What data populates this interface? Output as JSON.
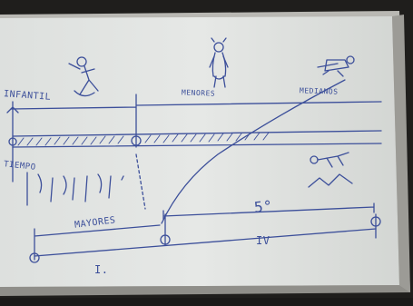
{
  "scene": {
    "description": "Whiteboard photo with hand-drawn timeline diagram",
    "colors": {
      "board": "#e3e6e4",
      "marker": "#3c4f9a",
      "frame": "#b9b8b3",
      "background": "#1f1e1c"
    }
  },
  "labels": {
    "infantil": "INFANTIL",
    "menores": "MENORES",
    "medianos": "MEDIANOS",
    "tiempo": "TIEMPO",
    "mayores": "MAYORES",
    "cinco": "5°",
    "roman_four": "IV",
    "roman_one": "I."
  },
  "icons": {
    "top": [
      "stick-figure-leaping-icon",
      "stick-figure-standing-icon",
      "figure-lying-icon"
    ],
    "lower": [
      "figure-resting-icon"
    ]
  }
}
